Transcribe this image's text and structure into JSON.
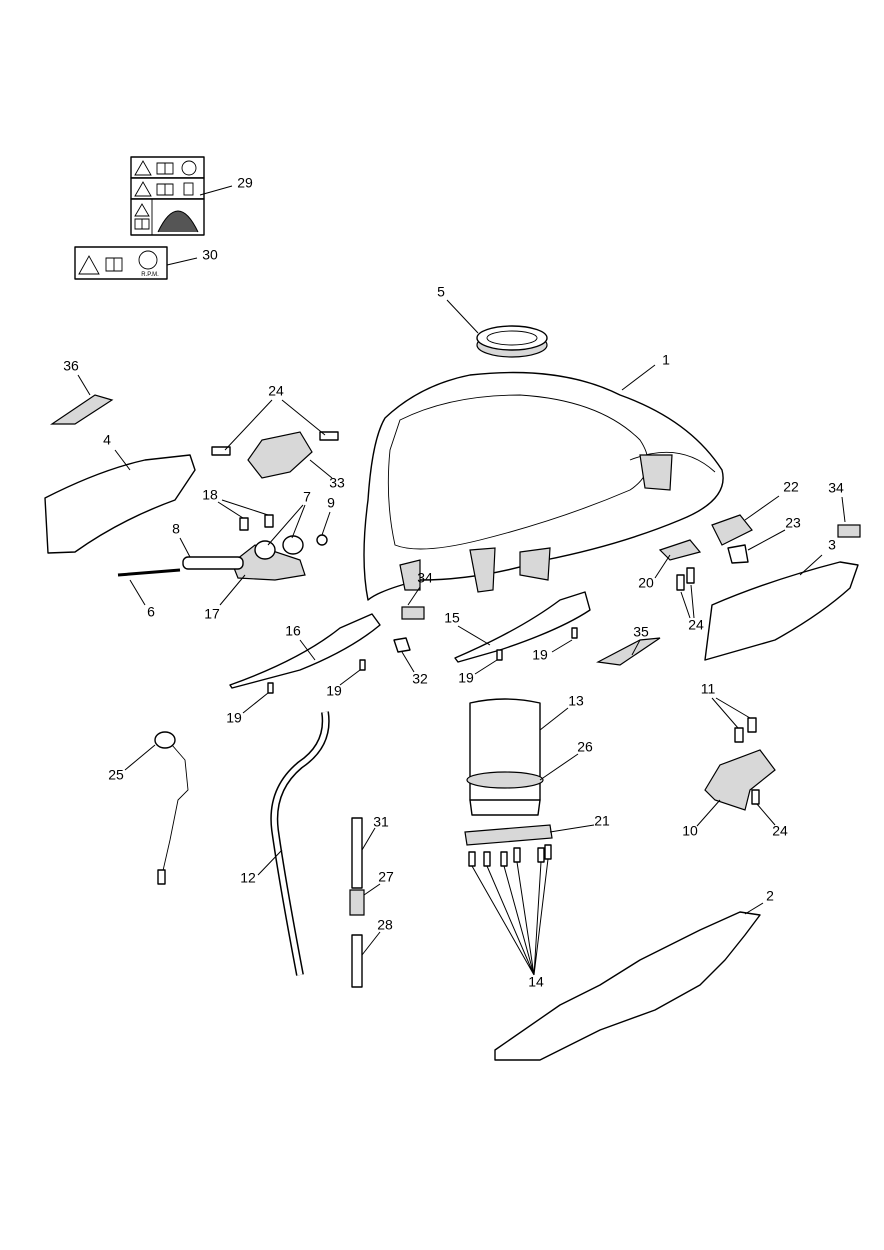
{
  "diagram": {
    "type": "exploded parts diagram",
    "line_color": "#000000",
    "background": "#ffffff",
    "warning_labels": {
      "rpm_text": "R.P.M.",
      "icons": [
        "warning-triangle-icon",
        "manual-book-icon",
        "helmet-icon",
        "fuel-icon",
        "engine-icon",
        "rpm-dial-icon"
      ]
    },
    "callouts": [
      "1",
      "2",
      "3",
      "4",
      "5",
      "6",
      "7",
      "8",
      "9",
      "10",
      "11",
      "12",
      "13",
      "14",
      "15",
      "16",
      "17",
      "18",
      "19",
      "19",
      "19",
      "19",
      "20",
      "21",
      "22",
      "23",
      "24",
      "24",
      "24",
      "25",
      "26",
      "27",
      "28",
      "29",
      "30",
      "31",
      "32",
      "33",
      "34",
      "34",
      "35",
      "36"
    ]
  }
}
